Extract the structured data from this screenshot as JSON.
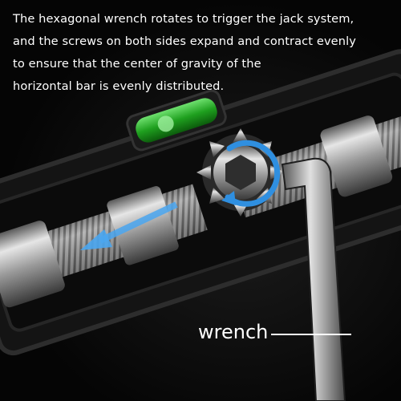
{
  "caption": {
    "line1": "The hexagonal wrench rotates to trigger the jack system,",
    "line2": "and the screws on both sides expand and contract evenly",
    "line3": "to ensure that the center of gravity of the",
    "line4": "horizontal bar is evenly distributed."
  },
  "callout": {
    "label": "wrench"
  },
  "colors": {
    "background": "#000000",
    "level_bubble": "#22b022",
    "arrow_blue": "#2f8fe0",
    "steel": "#b8b8b8",
    "text": "#ffffff"
  }
}
